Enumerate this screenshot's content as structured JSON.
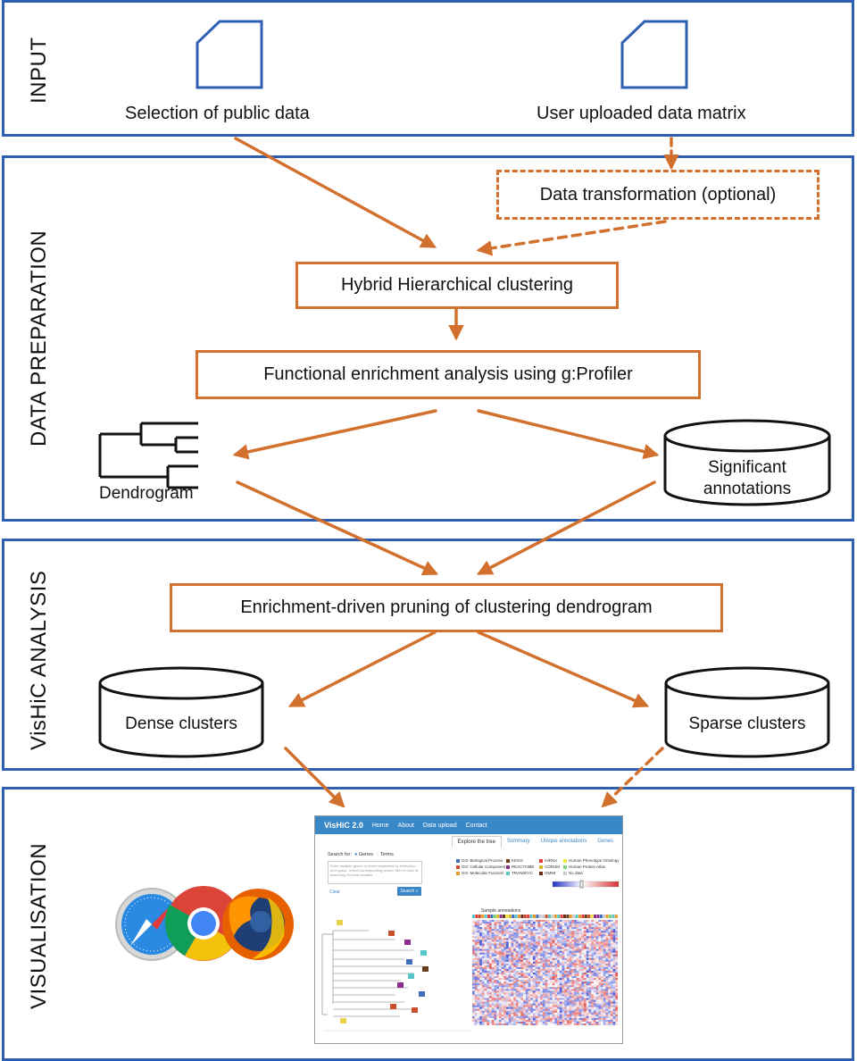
{
  "panels": {
    "input": {
      "label": "INPUT"
    },
    "data_preparation": {
      "label": "DATA PREPARATION"
    },
    "vishic_analysis": {
      "label": "VisHiC ANALYSIS"
    },
    "visualisation": {
      "label": "VISUALISATION"
    }
  },
  "input": {
    "public_data": "Selection of public data",
    "user_data": "User uploaded data matrix"
  },
  "steps": {
    "transformation": "Data transformation (optional)",
    "clustering": "Hybrid Hierarchical clustering",
    "enrichment": "Functional enrichment analysis using g:Profiler",
    "dendrogram": "Dendrogram",
    "significant": [
      "Significant",
      "annotations"
    ],
    "pruning": "Enrichment-driven pruning of clustering dendrogram",
    "dense": "Dense clusters",
    "sparse": "Sparse clusters"
  },
  "colors": {
    "panel_border": "#2f5fb3",
    "arrow": "#d2702e",
    "file_icon": "#2f5fb3"
  },
  "icons": [
    "file-icon",
    "dendrogram-icon",
    "database-icon",
    "safari-icon",
    "chrome-icon",
    "firefox-icon"
  ],
  "screenshot": {
    "brand": "VisHiC 2.0",
    "nav": [
      "Home",
      "About",
      "Data upload",
      "Contact"
    ],
    "tabs": [
      "Explore the tree",
      "Summary",
      "Unique annotations",
      "Genes"
    ],
    "search_label": "Search for:",
    "search_options": [
      "Genes",
      "Terms"
    ],
    "search_placeholder": "Enter multiple genes or terms separated by semicolon and space. Select corresponding search filter in case of searching for term location.",
    "clear": "Clear",
    "search_button": "Search",
    "legend": [
      "GO: Biological Process",
      "GO: Cellular Component",
      "GO: Molecular Function",
      "KEGG",
      "REACTOME",
      "TRANSFAC",
      "miRNA",
      "CORUM",
      "OMIM",
      "Human Phenotype Ontology",
      "Human Protein Atlas",
      "No data"
    ],
    "legend_colors": [
      "#3e6fb8",
      "#c8502e",
      "#e89a2c",
      "#6a3d1a",
      "#8b2c8e",
      "#58c6c4",
      "#e23a3a",
      "#d9b62c",
      "#6e2a18",
      "#f0e43a",
      "#7fd37f",
      "#cccccc"
    ],
    "sample_annotations": "Sample annotations"
  }
}
